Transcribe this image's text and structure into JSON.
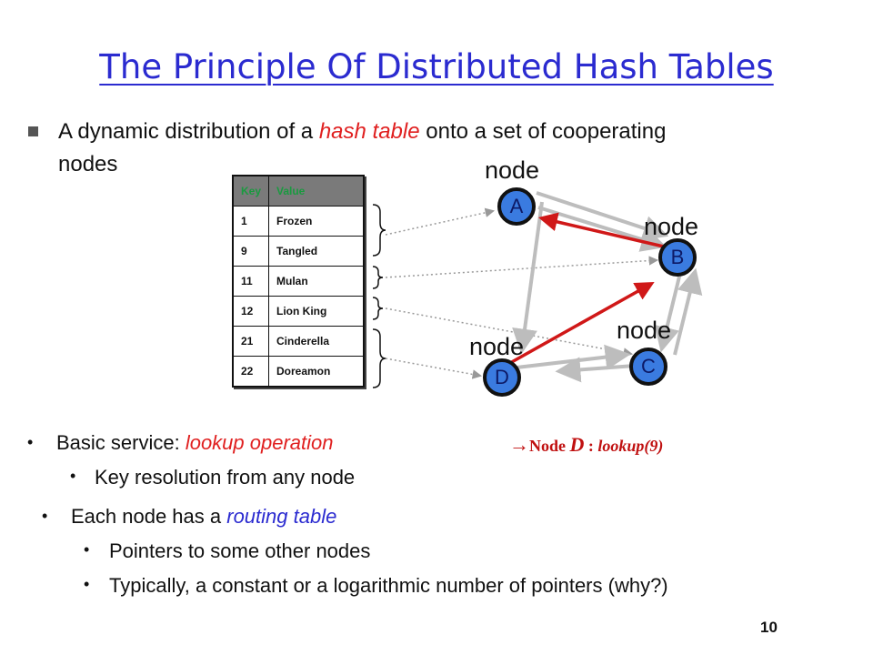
{
  "title": "The Principle Of Distributed Hash Tables",
  "intro": {
    "before": "A dynamic distribution of a ",
    "highlight": "hash table",
    "after": " onto a set of cooperating nodes"
  },
  "hash_table": {
    "headers": [
      "Key",
      "Value"
    ],
    "rows": [
      [
        "1",
        "Frozen"
      ],
      [
        "9",
        "Tangled"
      ],
      [
        "11",
        "Mulan"
      ],
      [
        "12",
        "Lion King"
      ],
      [
        "21",
        "Cinderella"
      ],
      [
        "22",
        "Doreamon"
      ]
    ]
  },
  "nodes": {
    "label": "node",
    "a": "A",
    "b": "B",
    "c": "C",
    "d": "D"
  },
  "bullets": {
    "basic_prefix": "Basic service: ",
    "basic_highlight": "lookup operation",
    "key_resolution": "Key resolution from any node",
    "routing_prefix": "Each node has a ",
    "routing_highlight": "routing table",
    "pointers": "Pointers to some other nodes",
    "typically": "Typically, a constant or a logarithmic number of pointers (why?)"
  },
  "lookup_note": {
    "arrow": "→",
    "node": "Node ",
    "d": "D",
    "colon": " : ",
    "call": "lookup(9)"
  },
  "page_number": "10",
  "colors": {
    "title": "#2b2bd0",
    "highlight_red": "#e02020",
    "node_fill": "#3a7be0",
    "route_arrow": "#d01818",
    "pointer_arrow": "#bdbdbd"
  }
}
